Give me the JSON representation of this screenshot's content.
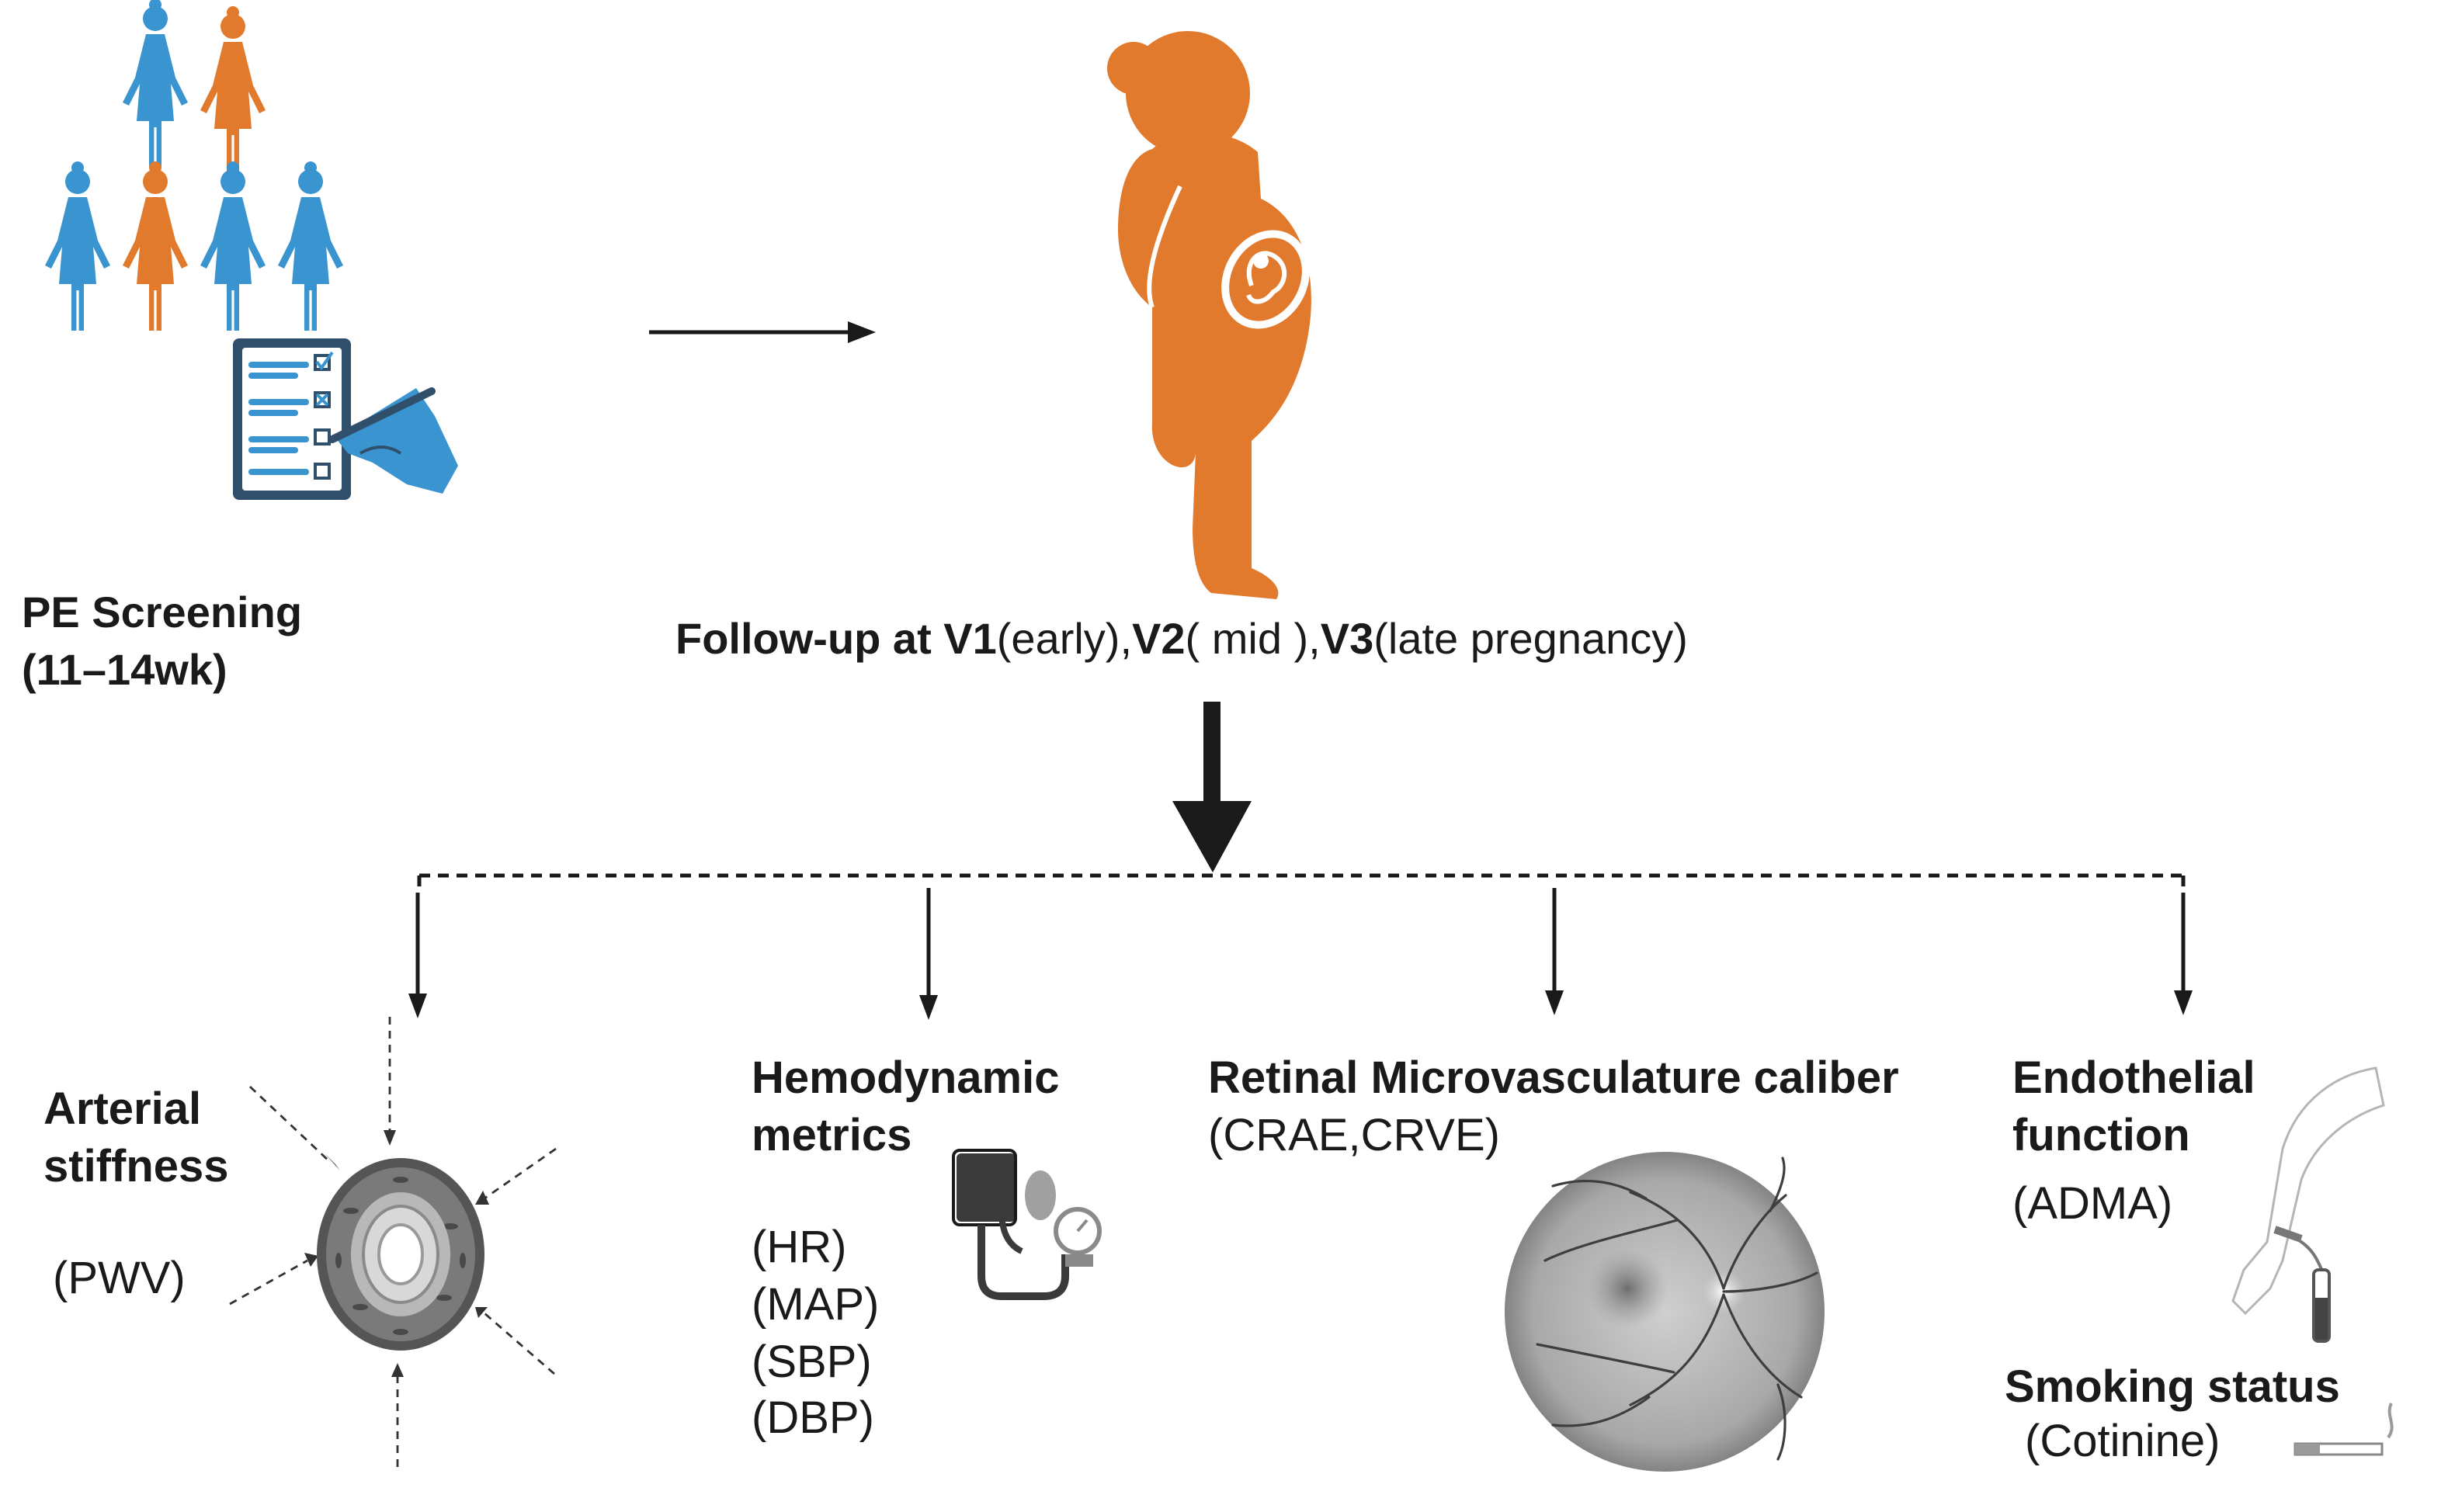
{
  "screening": {
    "title": "PE Screening",
    "window": "(11–14wk)"
  },
  "followup": {
    "prefix": "Follow-up at ",
    "v1": "V1",
    "v1_note": "(early),",
    "v2": "V2",
    "v2_note": "( mid ),",
    "v3": "V3",
    "v3_note": "(late pregnancy)"
  },
  "arterial": {
    "title1": "Arterial",
    "title2": "stiffness",
    "measure": "(PWV)"
  },
  "hemodynamic": {
    "title1": "Hemodynamic",
    "title2": "metrics",
    "m1": "(HR)",
    "m2": "(MAP)",
    "m3": "(SBP)",
    "m4": "(DBP)"
  },
  "retinal": {
    "title": "Retinal Microvasculature caliber",
    "measure": "(CRAE,CRVE)"
  },
  "endothelial": {
    "title1": "Endothelial",
    "title2": "function",
    "measure": "(ADMA)"
  },
  "smoking": {
    "title": "Smoking status",
    "measure": "(Cotinine)"
  },
  "colors": {
    "blue": "#3a94cf",
    "orange": "#e17a2c",
    "dark": "#1a1a1a",
    "slate": "#2f4f6b"
  },
  "icons": [
    "people-group-icon",
    "checklist-icon",
    "pregnant-woman-icon",
    "artery-cross-section-icon",
    "blood-pressure-monitor-icon",
    "retina-fundus-icon",
    "arm-blood-draw-icon",
    "cigarette-icon"
  ]
}
